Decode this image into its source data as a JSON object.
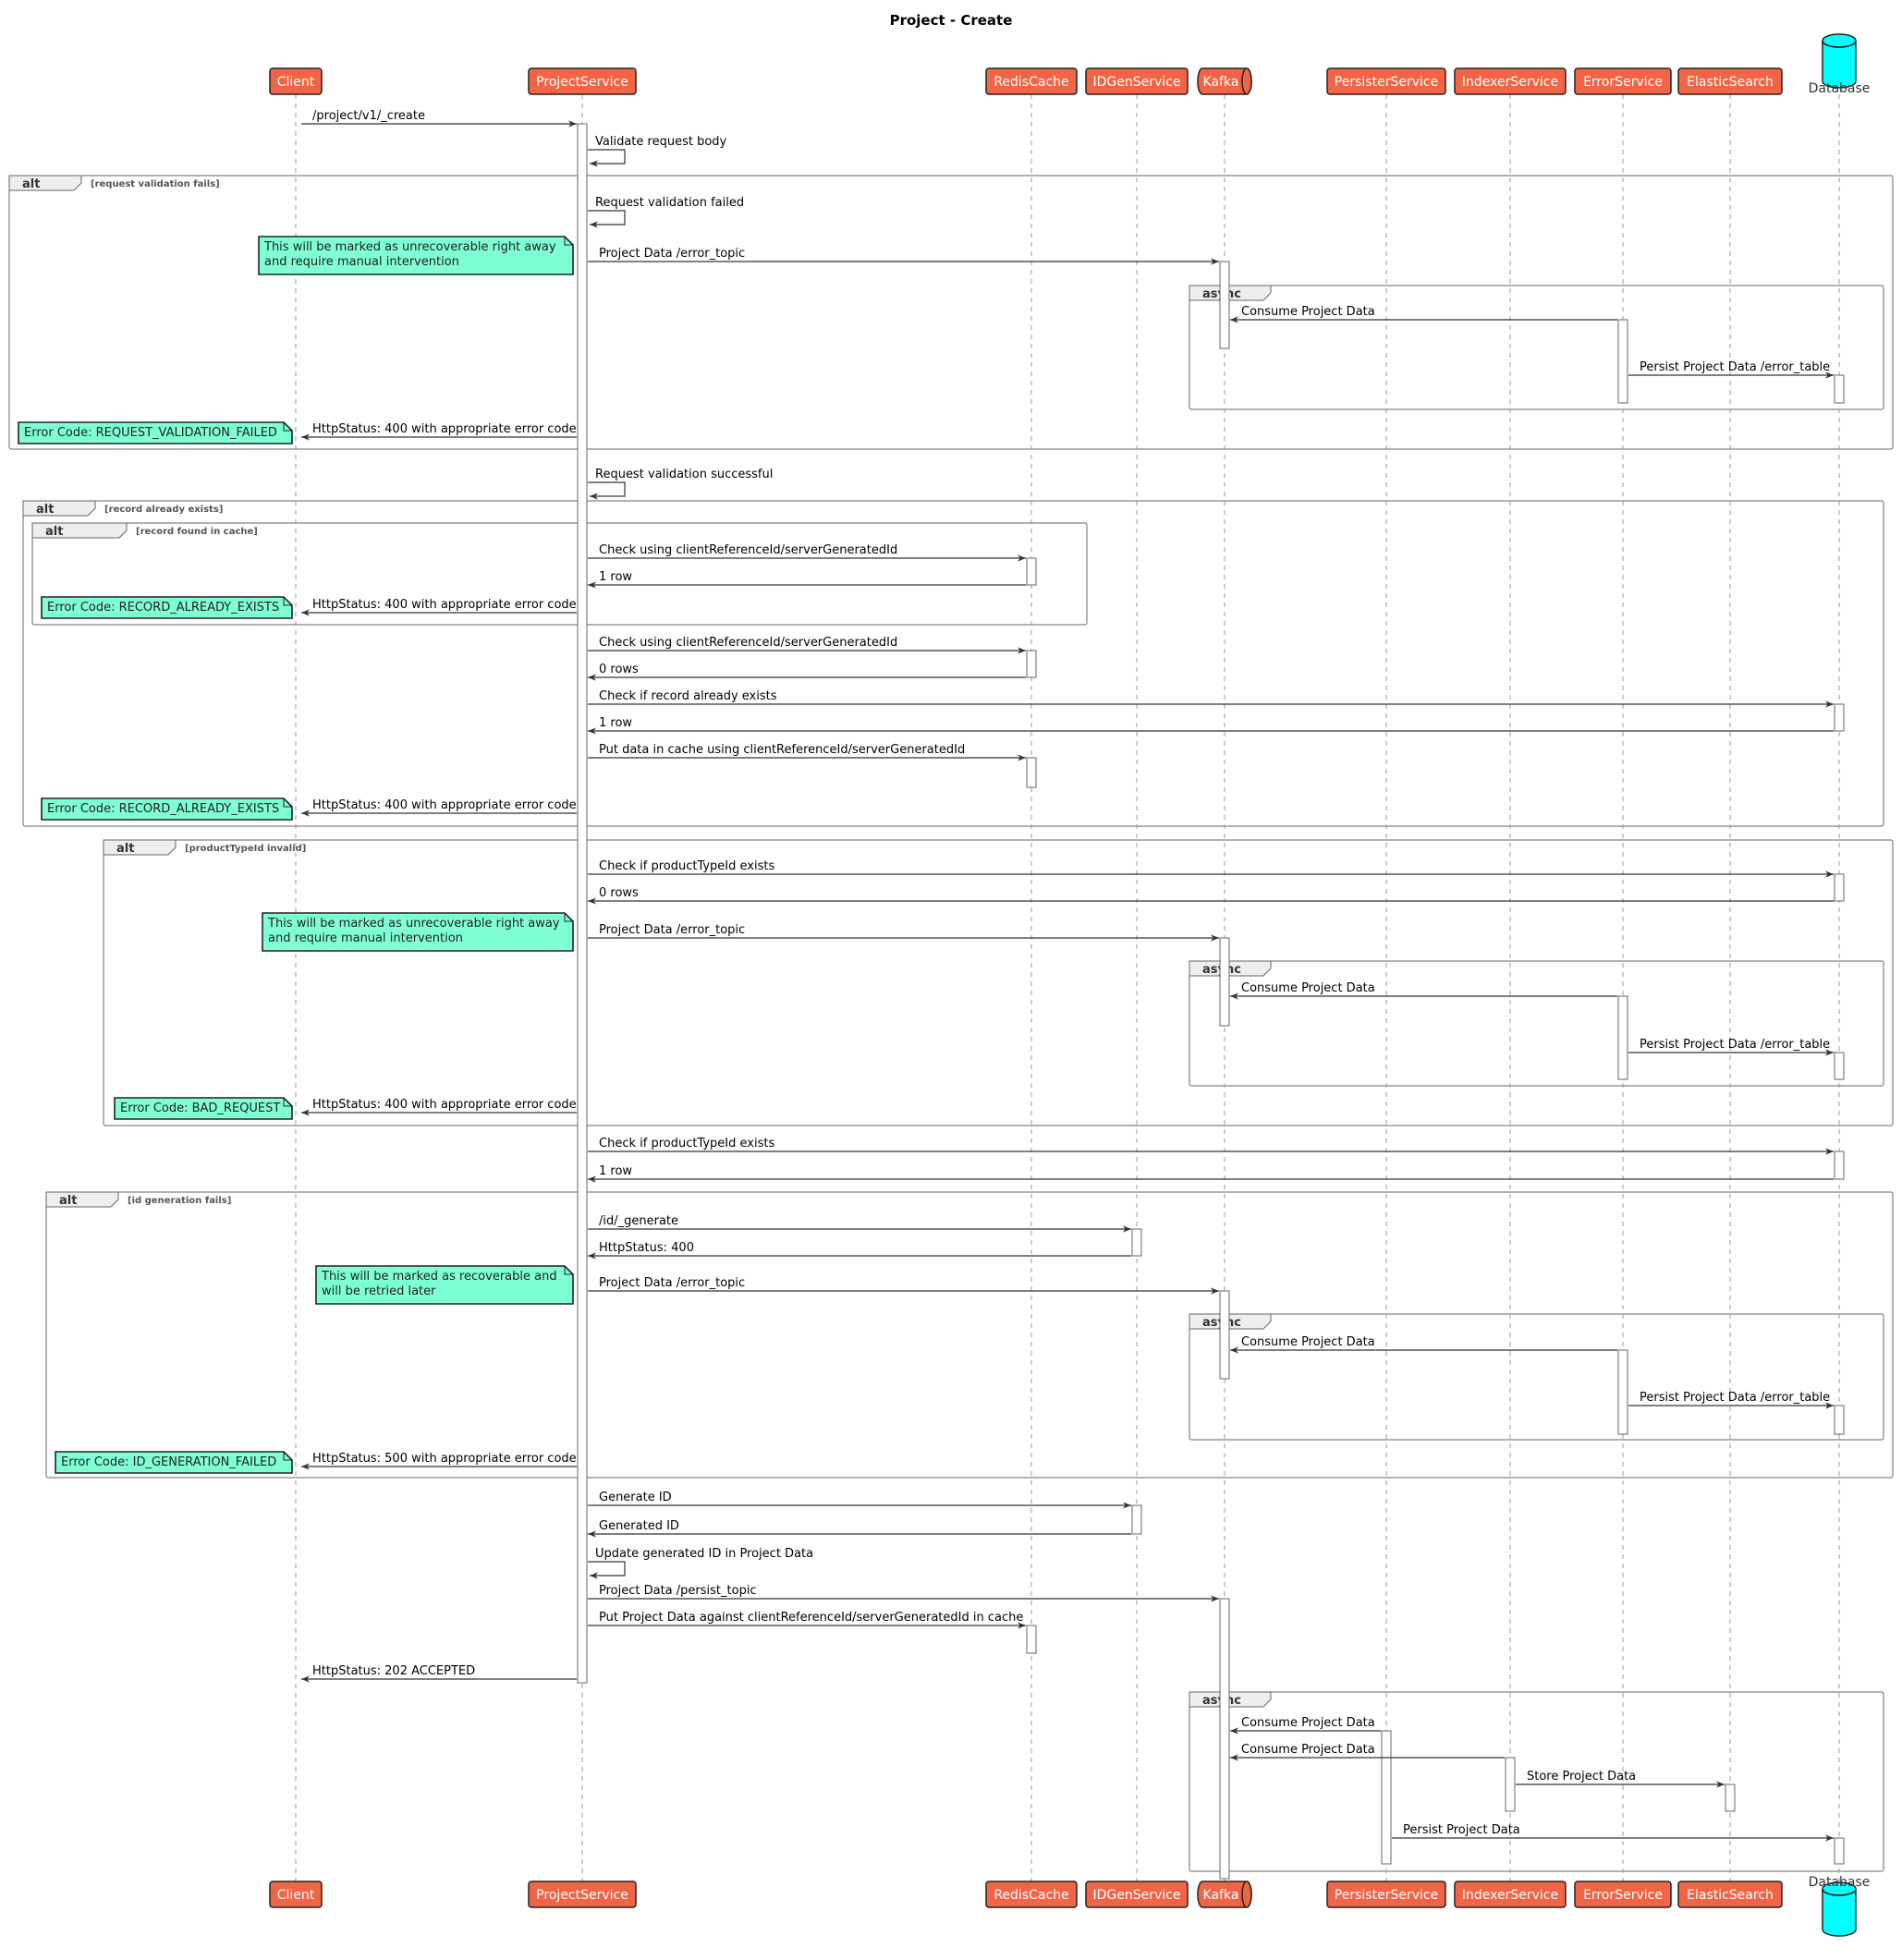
{
  "title": "Project - Create",
  "participants": [
    {
      "id": "client",
      "label": "Client",
      "kind": "box"
    },
    {
      "id": "project",
      "label": "ProjectService",
      "kind": "box"
    },
    {
      "id": "redis",
      "label": "RedisCache",
      "kind": "box"
    },
    {
      "id": "idgen",
      "label": "IDGenService",
      "kind": "box"
    },
    {
      "id": "kafka",
      "label": "Kafka",
      "kind": "queue"
    },
    {
      "id": "persister",
      "label": "PersisterService",
      "kind": "box"
    },
    {
      "id": "indexer",
      "label": "IndexerService",
      "kind": "box"
    },
    {
      "id": "error",
      "label": "ErrorService",
      "kind": "box"
    },
    {
      "id": "elastic",
      "label": "ElasticSearch",
      "kind": "box"
    },
    {
      "id": "db",
      "label": "Database",
      "kind": "database"
    }
  ],
  "colors": {
    "participant_fill": "#F26446",
    "participant_stroke": "#A33A22",
    "database_fill": "#00FFFF",
    "note_fill": "#7FFFD4",
    "frame_header": "#EEEEEE",
    "lifeline": "#999999",
    "arrow": "#333333"
  },
  "fragments": [
    {
      "keyword": "alt",
      "condition": "[request validation fails]"
    },
    {
      "keyword": "async",
      "condition": ""
    },
    {
      "keyword": "alt",
      "condition": "[record already exists]"
    },
    {
      "keyword": "alt",
      "condition": "[record found in cache]"
    },
    {
      "keyword": "alt",
      "condition": "[productTypeId invalid]"
    },
    {
      "keyword": "async",
      "condition": ""
    },
    {
      "keyword": "alt",
      "condition": "[id generation fails]"
    },
    {
      "keyword": "async",
      "condition": ""
    },
    {
      "keyword": "async",
      "condition": ""
    }
  ],
  "messages": [
    {
      "from": "client",
      "to": "project",
      "text": "/project/v1/_create"
    },
    {
      "from": "project",
      "to": "project",
      "text": "Validate request body"
    },
    {
      "from": "project",
      "to": "project",
      "text": "Request validation failed"
    },
    {
      "from": "project",
      "to": "kafka",
      "text": "Project Data /error_topic"
    },
    {
      "from": "error",
      "to": "kafka",
      "text": "Consume Project Data"
    },
    {
      "from": "error",
      "to": "db",
      "text": "Persist Project Data /error_table"
    },
    {
      "from": "project",
      "to": "client",
      "text": "HttpStatus: 400 with appropriate error code"
    },
    {
      "from": "project",
      "to": "project",
      "text": "Request validation successful"
    },
    {
      "from": "project",
      "to": "redis",
      "text": "Check using clientReferenceId/serverGeneratedId"
    },
    {
      "from": "redis",
      "to": "project",
      "text": "1 row"
    },
    {
      "from": "project",
      "to": "client",
      "text": "HttpStatus: 400 with appropriate error code"
    },
    {
      "from": "project",
      "to": "redis",
      "text": "Check using clientReferenceId/serverGeneratedId"
    },
    {
      "from": "redis",
      "to": "project",
      "text": "0 rows"
    },
    {
      "from": "project",
      "to": "db",
      "text": "Check if record already exists"
    },
    {
      "from": "db",
      "to": "project",
      "text": "1 row"
    },
    {
      "from": "project",
      "to": "redis",
      "text": "Put data in cache using clientReferenceId/serverGeneratedId"
    },
    {
      "from": "project",
      "to": "client",
      "text": "HttpStatus: 400 with appropriate error code"
    },
    {
      "from": "project",
      "to": "db",
      "text": "Check if productTypeId exists"
    },
    {
      "from": "db",
      "to": "project",
      "text": "0 rows"
    },
    {
      "from": "project",
      "to": "kafka",
      "text": "Project Data /error_topic"
    },
    {
      "from": "error",
      "to": "kafka",
      "text": "Consume Project Data"
    },
    {
      "from": "error",
      "to": "db",
      "text": "Persist Project Data /error_table"
    },
    {
      "from": "project",
      "to": "client",
      "text": "HttpStatus: 400 with appropriate error code"
    },
    {
      "from": "project",
      "to": "db",
      "text": "Check if productTypeId exists"
    },
    {
      "from": "db",
      "to": "project",
      "text": "1 row"
    },
    {
      "from": "project",
      "to": "idgen",
      "text": "/id/_generate"
    },
    {
      "from": "idgen",
      "to": "project",
      "text": "HttpStatus: 400"
    },
    {
      "from": "project",
      "to": "kafka",
      "text": "Project Data /error_topic"
    },
    {
      "from": "error",
      "to": "kafka",
      "text": "Consume Project Data"
    },
    {
      "from": "error",
      "to": "db",
      "text": "Persist Project Data /error_table"
    },
    {
      "from": "project",
      "to": "client",
      "text": "HttpStatus: 500 with appropriate error code"
    },
    {
      "from": "project",
      "to": "idgen",
      "text": "Generate ID"
    },
    {
      "from": "idgen",
      "to": "project",
      "text": "Generated ID"
    },
    {
      "from": "project",
      "to": "project",
      "text": "Update generated ID in Project Data"
    },
    {
      "from": "project",
      "to": "kafka",
      "text": "Project Data /persist_topic"
    },
    {
      "from": "project",
      "to": "redis",
      "text": "Put Project Data against clientReferenceId/serverGeneratedId in cache"
    },
    {
      "from": "project",
      "to": "client",
      "text": "HttpStatus: 202 ACCEPTED"
    },
    {
      "from": "persister",
      "to": "kafka",
      "text": "Consume Project Data"
    },
    {
      "from": "indexer",
      "to": "kafka",
      "text": "Consume Project Data"
    },
    {
      "from": "indexer",
      "to": "elastic",
      "text": "Store Project Data"
    },
    {
      "from": "persister",
      "to": "db",
      "text": "Persist Project Data"
    }
  ],
  "notes": [
    {
      "lines": [
        "This will be marked as unrecoverable right away",
        "and require manual intervention"
      ]
    },
    {
      "lines": [
        "Error Code: REQUEST_VALIDATION_FAILED"
      ]
    },
    {
      "lines": [
        "Error Code: RECORD_ALREADY_EXISTS"
      ]
    },
    {
      "lines": [
        "Error Code: RECORD_ALREADY_EXISTS"
      ]
    },
    {
      "lines": [
        "This will be marked as unrecoverable right away",
        "and require manual intervention"
      ]
    },
    {
      "lines": [
        "Error Code: BAD_REQUEST"
      ]
    },
    {
      "lines": [
        "This will be marked as recoverable and",
        "will be retried later"
      ]
    },
    {
      "lines": [
        "Error Code: ID_GENERATION_FAILED"
      ]
    }
  ]
}
